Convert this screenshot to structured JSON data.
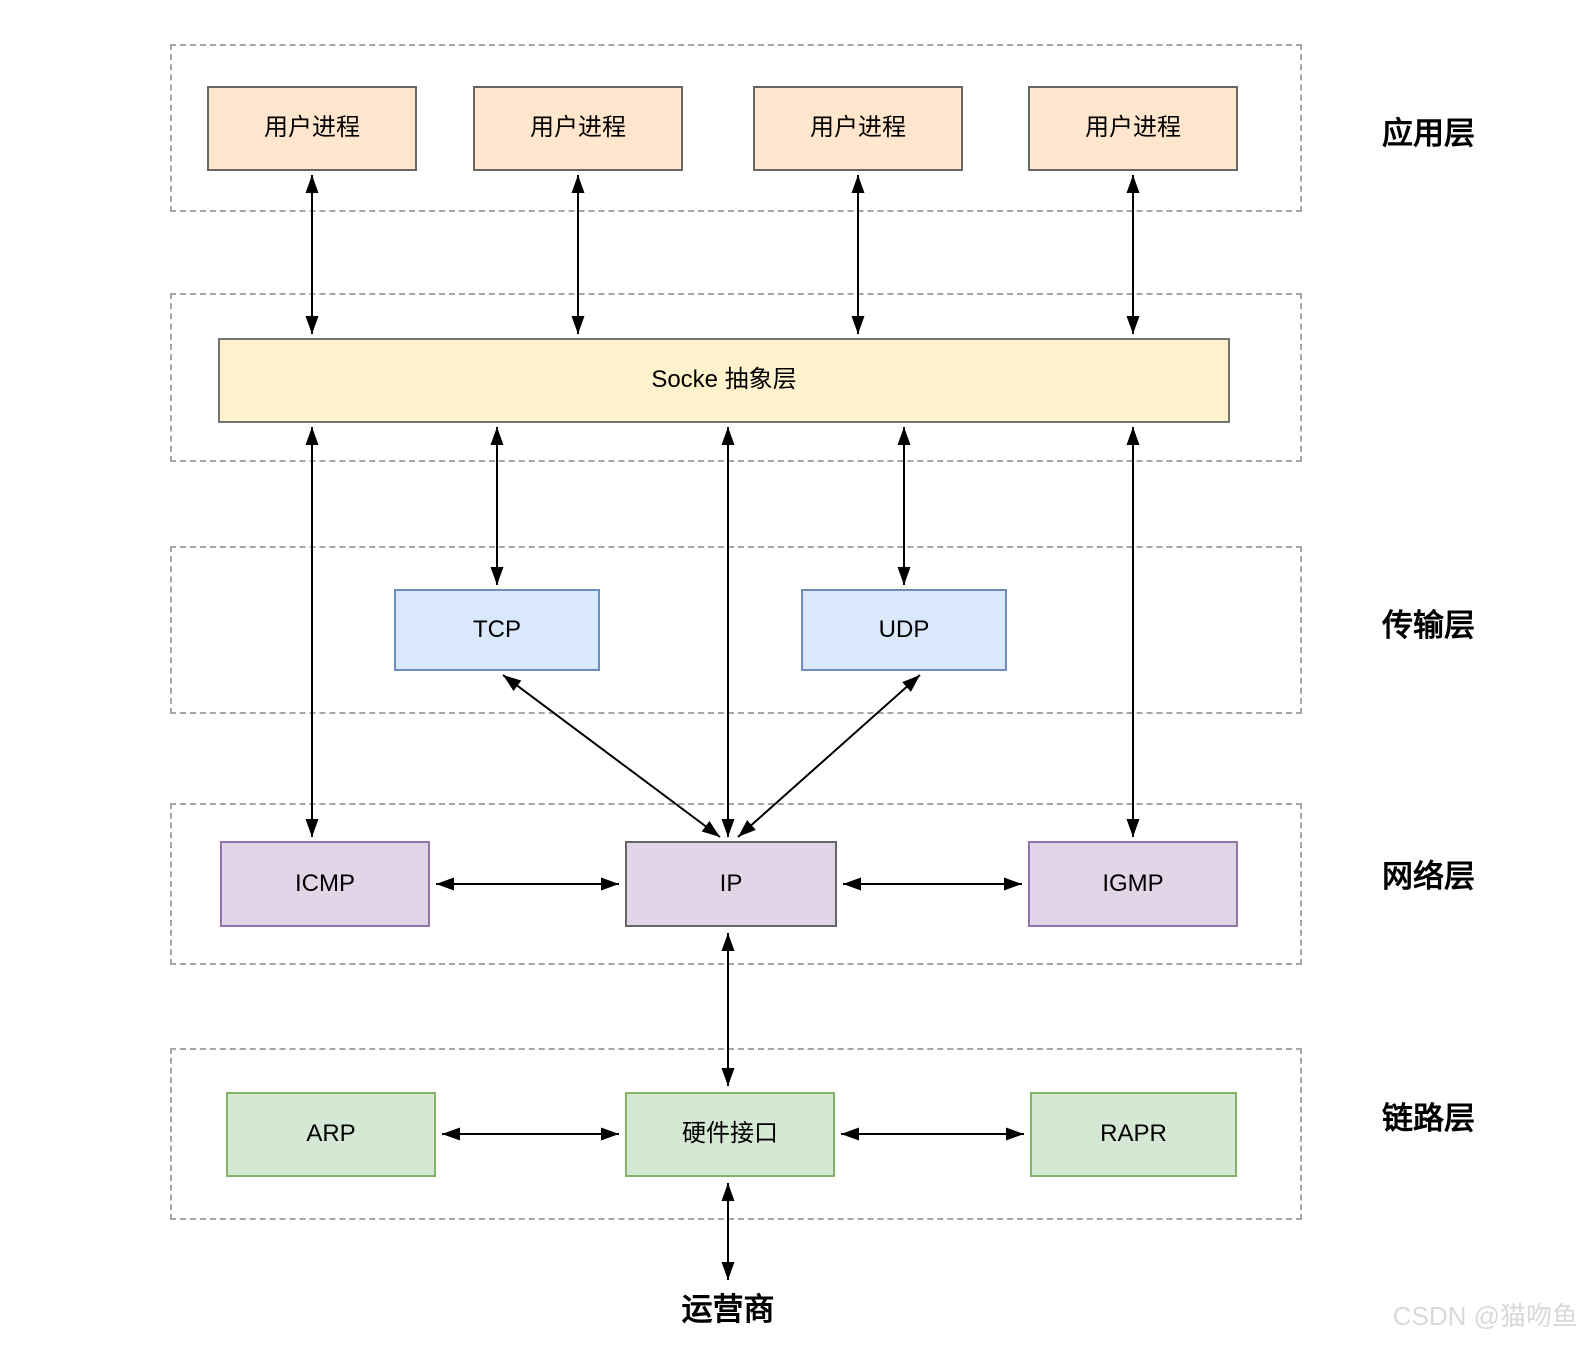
{
  "diagram": {
    "nodes": {
      "user_processes": [
        "用户进程",
        "用户进程",
        "用户进程",
        "用户进程"
      ],
      "socket": "Socke 抽象层",
      "tcp": "TCP",
      "udp": "UDP",
      "icmp": "ICMP",
      "ip": "IP",
      "igmp": "IGMP",
      "arp": "ARP",
      "hardware_interface": "硬件接口",
      "rapr": "RAPR"
    },
    "layer_labels": {
      "application": "应用层",
      "transport": "传输层",
      "network": "网络层",
      "link": "链路层"
    },
    "carrier": "运营商",
    "watermark": "CSDN @猫吻鱼",
    "colors": {
      "app_box_fill": "#FFE6CC",
      "socket_box_fill": "#FFF2CC",
      "transport_box_fill": "#DAE8FC",
      "transport_box_border": "#6C8EBF",
      "network_box_fill": "#E1D5E7",
      "network_box_border": "#9673A6",
      "link_box_fill": "#D5E8D4",
      "link_box_border": "#82B366",
      "neutral_border": "#666666",
      "container_border": "#A6A6A6",
      "arrow": "#000000",
      "watermark_color": "#D9D9D9"
    }
  }
}
